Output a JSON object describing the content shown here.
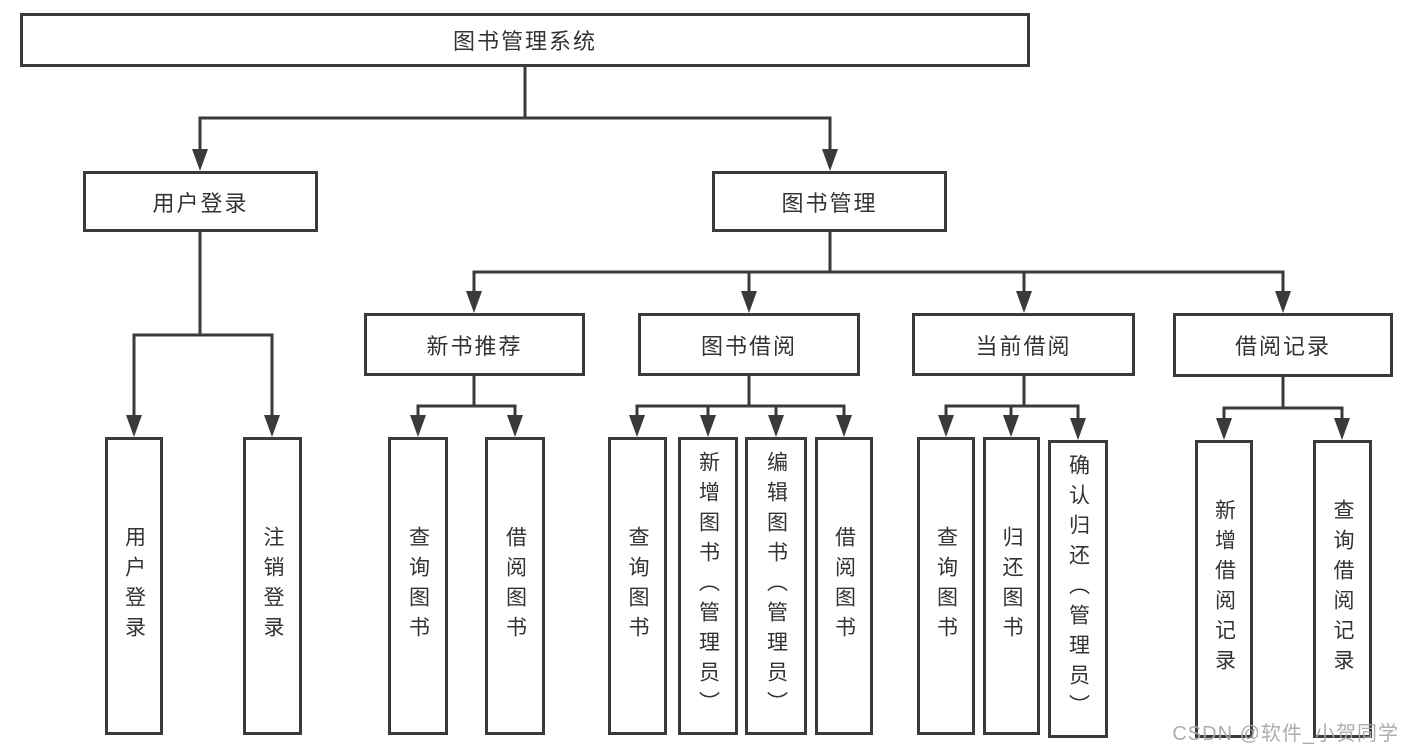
{
  "root": {
    "label": "图书管理系统",
    "children": [
      {
        "label": "用户登录",
        "children": [
          {
            "label": "用户登录"
          },
          {
            "label": "注销登录"
          }
        ]
      },
      {
        "label": "图书管理",
        "children": [
          {
            "label": "新书推荐",
            "children": [
              {
                "label": "查询图书"
              },
              {
                "label": "借阅图书"
              }
            ]
          },
          {
            "label": "图书借阅",
            "children": [
              {
                "label": "查询图书"
              },
              {
                "label": "新增图书（管理员）"
              },
              {
                "label": "编辑图书（管理员）"
              },
              {
                "label": "借阅图书"
              }
            ]
          },
          {
            "label": "当前借阅",
            "children": [
              {
                "label": "查询图书"
              },
              {
                "label": "归还图书"
              },
              {
                "label": "确认归还（管理员）"
              }
            ]
          },
          {
            "label": "借阅记录",
            "children": [
              {
                "label": "新增借阅记录"
              },
              {
                "label": "查询借阅记录"
              }
            ]
          }
        ]
      }
    ]
  },
  "watermark": "CSDN @软件_小贺同学",
  "colors": {
    "line": "#3a3a3a",
    "text": "#333333",
    "background": "#ffffff",
    "watermark": "#a9a9a9"
  }
}
